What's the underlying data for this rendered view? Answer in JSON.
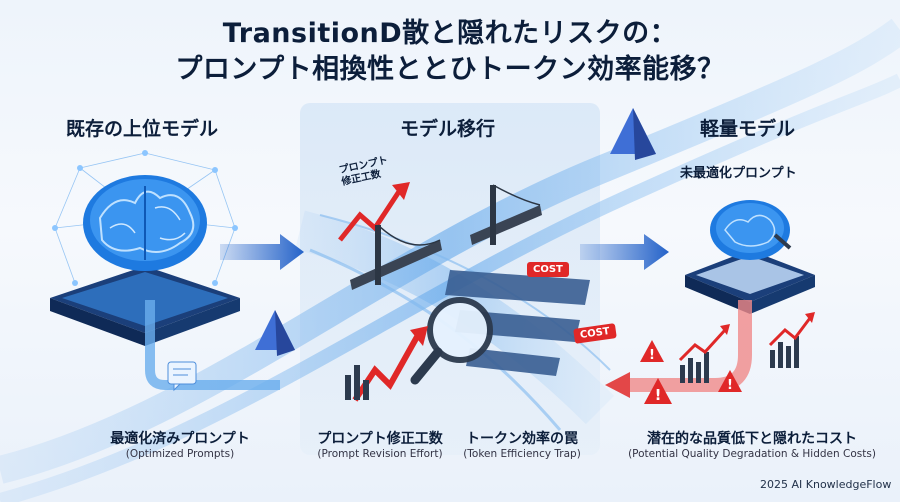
{
  "title": {
    "line1": "TransitionD散と隠れたリスクの：",
    "line2": "プロンプト相換性ととひトークン効率能移？"
  },
  "sections": {
    "left": "既存の上位モデル",
    "center": "モデル移行",
    "right": "軽量モデル"
  },
  "right_note": "未最適化プロンプト",
  "revision_tag": {
    "line1": "プロンプト",
    "line2": "修正工数"
  },
  "cost_tags": [
    "COST",
    "COST"
  ],
  "bottom_labels": [
    {
      "main": "最適化済みプロンプト",
      "sub": "(Optimized Prompts)"
    },
    {
      "main": "プロンプト修正工数",
      "sub": "(Prompt Revision Effort)"
    },
    {
      "main": "トークン効率の罠",
      "sub": "(Token Efficiency Trap)"
    },
    {
      "main": "潜在的な品質低下と隠れたコスト",
      "sub": "(Potential Quality Degradation & Hidden Costs)"
    }
  ],
  "footer": "2025 AI KnowledgeFlow",
  "colors": {
    "brain_blue": "#1e7ae0",
    "arrow_blue": "#2563c9",
    "red": "#e02828",
    "panel": "#dbe8f6"
  },
  "icons": [
    "brain-icon",
    "bridge-icon",
    "magnifier-icon",
    "warning-icon",
    "pyramid-icon",
    "chat-icon",
    "bar-chart-icon"
  ]
}
